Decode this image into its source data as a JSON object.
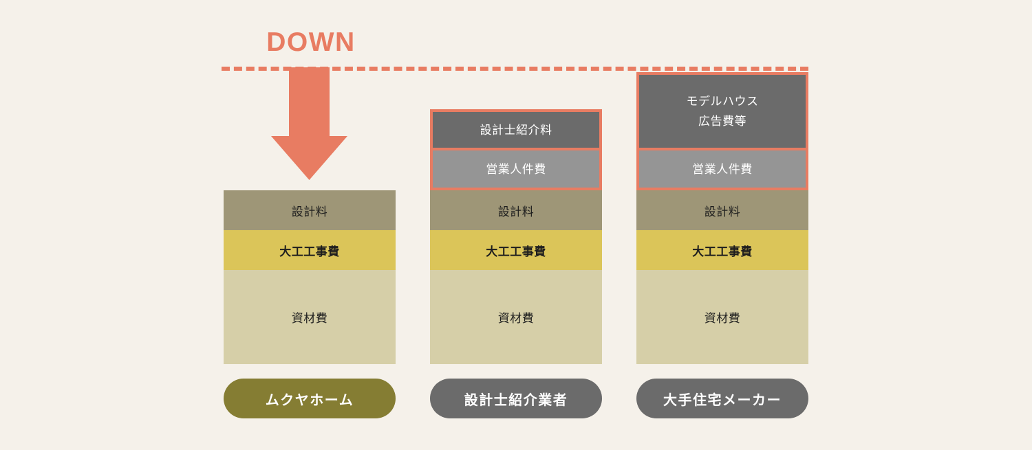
{
  "chart_data": {
    "type": "bar",
    "title": "DOWN",
    "xlabel": "",
    "ylabel": "",
    "grid": false,
    "legend_position": "none",
    "annotation": {
      "label": "DOWN",
      "arrow": "down-arrow",
      "reference_line": "dashed horizontal line at top of tallest bar"
    },
    "categories": [
      "ムクヤホーム",
      "設計士紹介業者",
      "大手住宅メーカー"
    ],
    "segment_names": [
      "資材費",
      "大工工事費",
      "設計料",
      "営業人件費",
      "設計士紹介料",
      "モデルハウス広告費等"
    ],
    "series": [
      {
        "name": "資材費",
        "values": [
          137,
          137,
          137
        ],
        "color": "#D6CFA8"
      },
      {
        "name": "大工工事費",
        "values": [
          58,
          58,
          58
        ],
        "color": "#DBC559"
      },
      {
        "name": "設計料",
        "values": [
          58,
          58,
          58
        ],
        "color": "#9E9677"
      },
      {
        "name": "営業人件費",
        "values": [
          0,
          57,
          57
        ],
        "color": "#959595"
      },
      {
        "name": "設計士紹介料",
        "values": [
          0,
          56,
          0
        ],
        "color": "#6B6B6B"
      },
      {
        "name": "モデルハウス広告費等",
        "values": [
          0,
          0,
          110
        ],
        "color": "#6B6B6B"
      }
    ],
    "totals": [
      253,
      366,
      423
    ]
  },
  "colors": {
    "background": "#F5F1EA",
    "accent_coral": "#E87C62",
    "dark_gray": "#6B6B6B",
    "mid_gray": "#959595",
    "olive": "#9E9677",
    "gold": "#DBC559",
    "beige": "#D6CFA8",
    "pill_olive": "#857D33",
    "pill_gray": "#6B6B6B",
    "text_dark": "#1E1E1E",
    "text_light": "#FFFFFF"
  },
  "annotation": {
    "down_text": "DOWN"
  },
  "columns": [
    {
      "id": "mukuya-home",
      "pill_label": "ムクヤホーム",
      "pill_style": "olive",
      "extra_segments": [],
      "base_segments": [
        {
          "label": "設計料",
          "tone": "olive"
        },
        {
          "label": "大工工事費",
          "tone": "gold"
        },
        {
          "label": "資材費",
          "tone": "beige"
        }
      ]
    },
    {
      "id": "architect-broker",
      "pill_label": "設計士紹介業者",
      "pill_style": "gray",
      "extra_segments": [
        {
          "lines": [
            "設計士紹介料"
          ],
          "tone": "dark"
        },
        {
          "lines": [
            "営業人件費"
          ],
          "tone": "light"
        }
      ],
      "base_segments": [
        {
          "label": "設計料",
          "tone": "olive"
        },
        {
          "label": "大工工事費",
          "tone": "gold"
        },
        {
          "label": "資材費",
          "tone": "beige"
        }
      ]
    },
    {
      "id": "major-housing-maker",
      "pill_label": "大手住宅メーカー",
      "pill_style": "gray",
      "extra_segments": [
        {
          "lines": [
            "モデルハウス",
            "広告費等"
          ],
          "tone": "dark"
        },
        {
          "lines": [
            "営業人件費"
          ],
          "tone": "light"
        }
      ],
      "base_segments": [
        {
          "label": "設計料",
          "tone": "olive"
        },
        {
          "label": "大工工事費",
          "tone": "gold"
        },
        {
          "label": "資材費",
          "tone": "beige"
        }
      ]
    }
  ]
}
